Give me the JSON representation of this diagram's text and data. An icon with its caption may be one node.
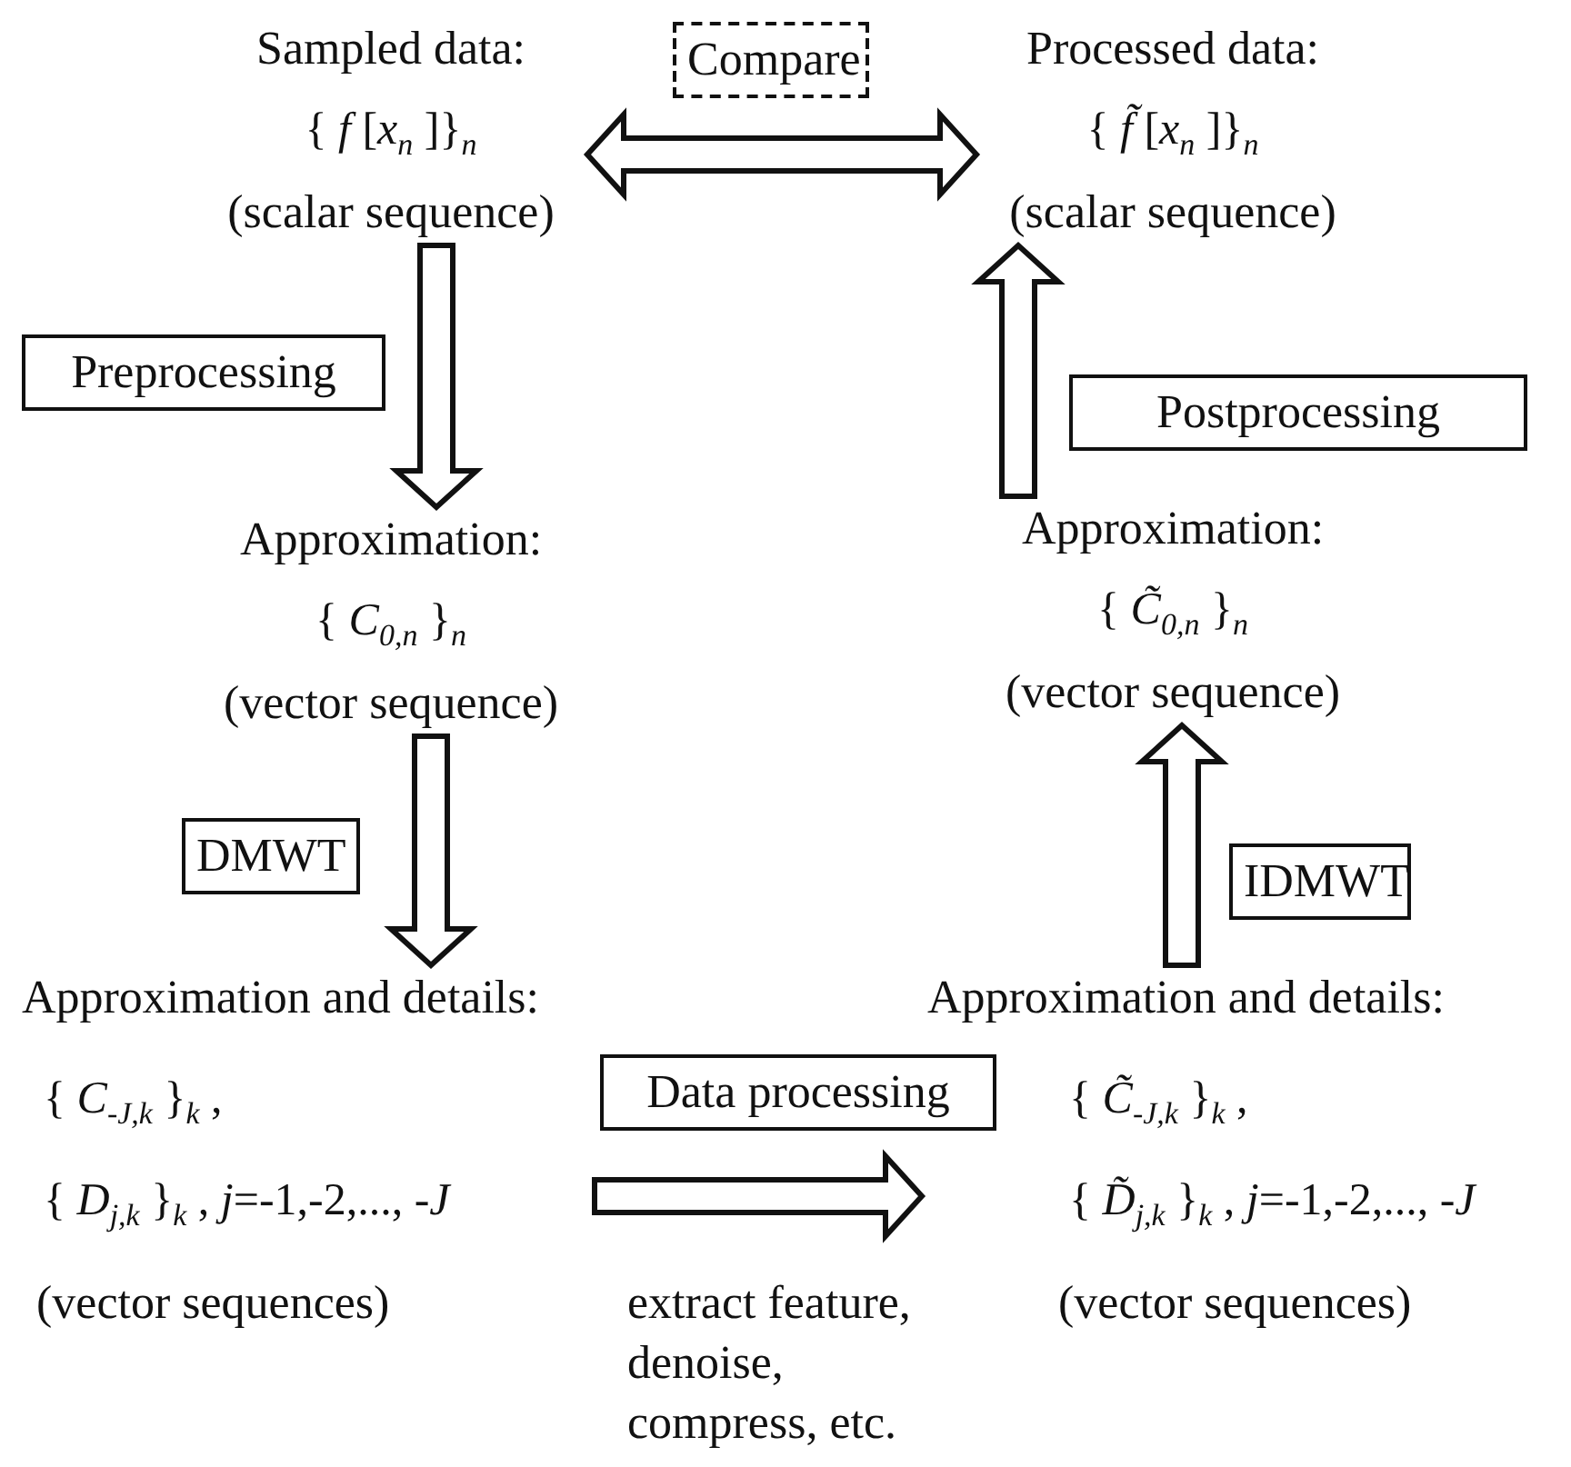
{
  "diagram": {
    "nodes": [
      {
        "text": [
          "Sampled data:",
          "{ *f* [*x*$_{n}$ ]}$_{n}$",
          "(scalar sequence)"
        ]
      },
      {
        "text": [
          "Compare"
        ]
      },
      {
        "text": [
          "Processed data:",
          "{ *f̃* [*x*$_{n}$ ]}$_{n}$",
          "(scalar sequence)"
        ]
      },
      {
        "text": [
          "Preprocessing"
        ]
      },
      {
        "text": [
          "Postprocessing"
        ]
      },
      {
        "text": [
          "Approximation:",
          "{ *C*$_{0,n}$ }$_{n}$",
          "(vector sequence)"
        ]
      },
      {
        "text": [
          "Approximation:",
          "{ *C̃*$_{0,n}$ }$_{n}$",
          "(vector sequence)"
        ]
      },
      {
        "text": [
          "DMWT"
        ]
      },
      {
        "text": [
          "IDMWT"
        ]
      },
      {
        "text": [
          "Approximation and details:",
          "{ *C*$_{-J,k}$ }$_{k}$ ,",
          "{ *D*$_{j,k}$ }$_{k}$ , *j*=-1,-2,..., -*J*",
          "(vector sequences)"
        ]
      },
      {
        "text": [
          "Data processing"
        ]
      },
      {
        "text": [
          "Approximation and details:",
          "{ *C̃*$_{-J,k}$ }$_{k}$ ,",
          "{ *D̃*$_{j,k}$ }$_{k}$ , *j*=-1,-2,..., -*J*",
          "(vector sequences)"
        ]
      }
    ],
    "edges": [
      {
        "from": 0,
        "to": 2,
        "arrow": "both"
      },
      {
        "from": 0,
        "to": 5,
        "arrow": "to"
      },
      {
        "from": 5,
        "to": 9,
        "arrow": "to"
      },
      {
        "from": 9,
        "to": 11,
        "arrow": "to"
      },
      {
        "from": 11,
        "to": 6,
        "arrow": "to"
      },
      {
        "from": 6,
        "to": 2,
        "arrow": "to"
      }
    ],
    "labels": [
      "extract feature, denoise, compress, etc."
    ]
  }
}
